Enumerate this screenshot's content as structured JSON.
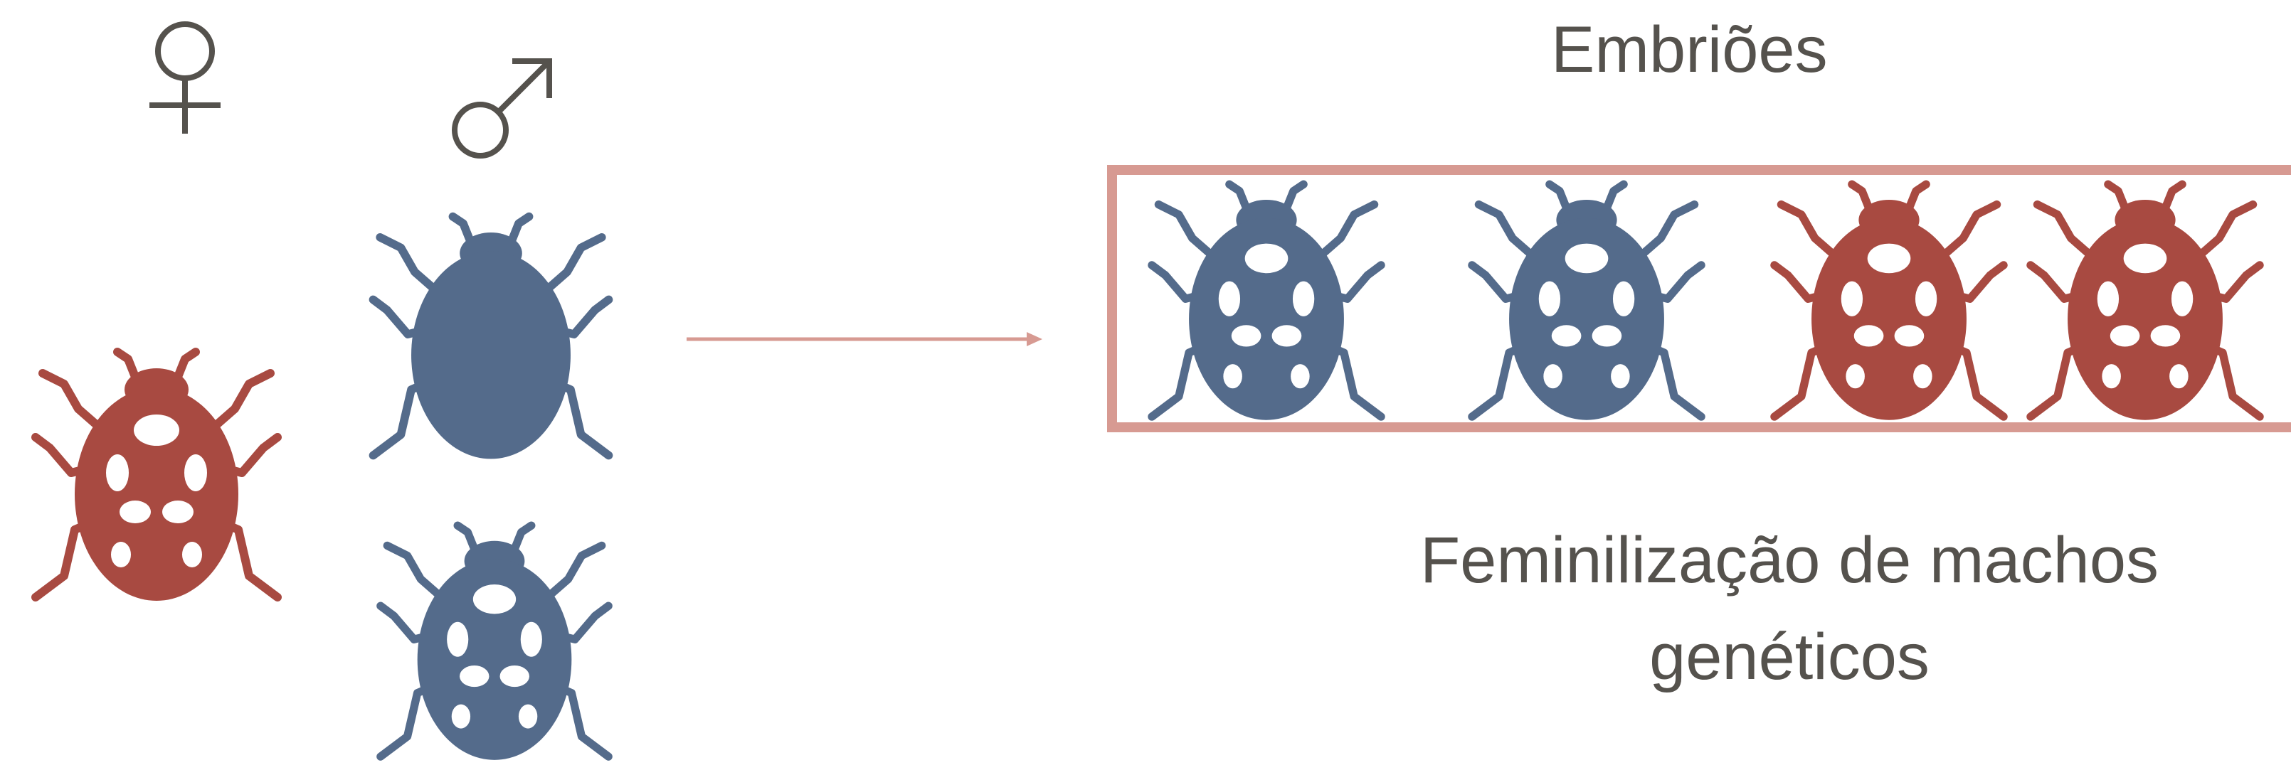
{
  "labels": {
    "embryos": "Embriões",
    "caption": "Feminilização de machos genéticos"
  },
  "parents": {
    "female_symbol": "♀",
    "male_symbol": "♂"
  },
  "icons": [
    "female-symbol-icon",
    "male-symbol-icon",
    "ladybug-icon",
    "arrow-right-icon"
  ],
  "embryos": [
    {
      "color": "blue",
      "spotted": true
    },
    {
      "color": "blue",
      "spotted": true
    },
    {
      "color": "red",
      "spotted": true
    },
    {
      "color": "red",
      "spotted": true
    }
  ],
  "colors": {
    "female": "#a84a41",
    "male": "#546b8b",
    "arrow": "#d79a92",
    "box": "#d79a92",
    "text": "#55524d"
  }
}
